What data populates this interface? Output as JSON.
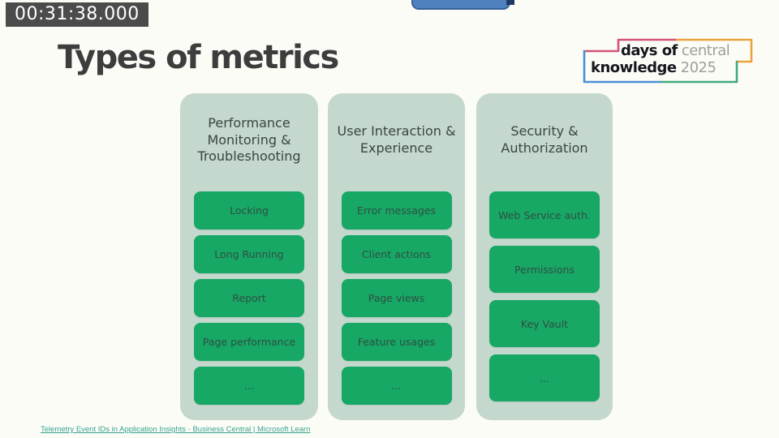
{
  "player": {
    "timestamp": "00:31:38.000"
  },
  "slide": {
    "title": "Types of metrics",
    "logo": {
      "days_of": "days of",
      "central": "central",
      "knowledge": "knowledge",
      "year": "2025"
    },
    "columns": [
      {
        "header": "Performance Monitoring & Troubleshooting",
        "items": [
          "Locking",
          "Long Running",
          "Report",
          "Page performance",
          "..."
        ]
      },
      {
        "header": "User Interaction & Experience",
        "items": [
          "Error messages",
          "Client actions",
          "Page views",
          "Feature usages",
          "..."
        ]
      },
      {
        "header": "Security & Authorization",
        "items": [
          "Web Service auth.",
          "Permissions",
          "Key Vault",
          "..."
        ]
      }
    ],
    "footer_link": "Telemetry Event IDs in Application Insights - Business Central | Microsoft Learn"
  },
  "colors": {
    "accent_green": "#17a865",
    "column_bg": "#c5d8cd",
    "title_text": "#3d3d3d",
    "button_text": "#2e4f43",
    "header_text": "#3a4542",
    "link": "#35a392",
    "timestamp_bg": "#4b4b4b",
    "logo_bold": "#16161e",
    "logo_light": "#9e9e9e",
    "logo_border_pink": "#d3527a",
    "logo_border_orange": "#e8a33d",
    "logo_border_green": "#3fa97c",
    "logo_border_blue": "#4a90d8",
    "top_button_blue": "#4e81bd",
    "page_bg": "#fcfcf6"
  }
}
